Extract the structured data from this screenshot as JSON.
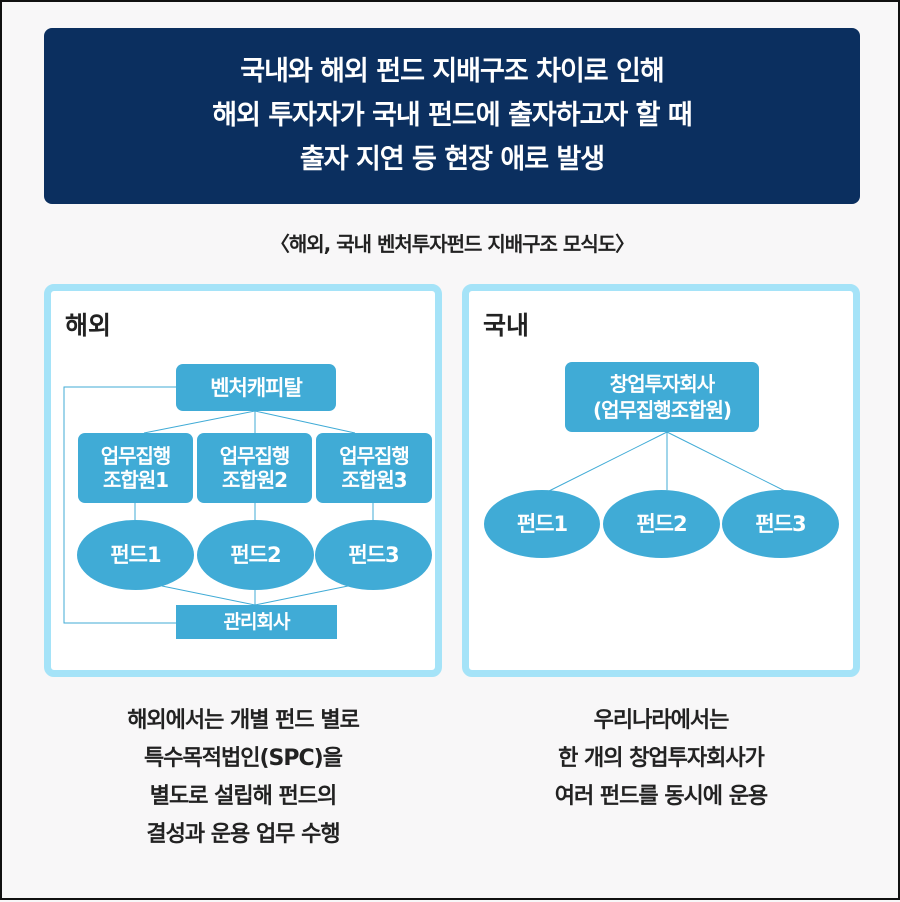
{
  "header": {
    "lines": [
      "국내와 해외 펀드 지배구조 차이로 인해",
      "해외 투자자가 국내 펀드에 출자하고자 할 때",
      "출자 지연 등 현장 애로 발생"
    ]
  },
  "caption": "〈해외, 국내 벤처투자펀드 지배구조 모식도〉",
  "overseas": {
    "title": "해외",
    "vc": "벤처캐피탈",
    "gps": [
      [
        "업무집행",
        "조합원1"
      ],
      [
        "업무집행",
        "조합원2"
      ],
      [
        "업무집행",
        "조합원3"
      ]
    ],
    "funds": [
      "펀드1",
      "펀드2",
      "펀드3"
    ],
    "manager": "관리회사"
  },
  "domestic": {
    "title": "국내",
    "company": [
      "창업투자회사",
      "(업무집행조합원)"
    ],
    "funds": [
      "펀드1",
      "펀드2",
      "펀드3"
    ]
  },
  "descriptions": {
    "overseas": [
      "해외에서는 개별 펀드 별로",
      "특수목적법인(SPC)을",
      "별도로 설립해 펀드의",
      "결성과 운용 업무 수행"
    ],
    "domestic": [
      "우리나라에서는",
      "한 개의 창업투자회사가",
      "여러 펀드를 동시에 운용"
    ]
  },
  "colors": {
    "header": "#0b2f5f",
    "node": "#40abd6",
    "panel_border": "#a5e3f8"
  }
}
